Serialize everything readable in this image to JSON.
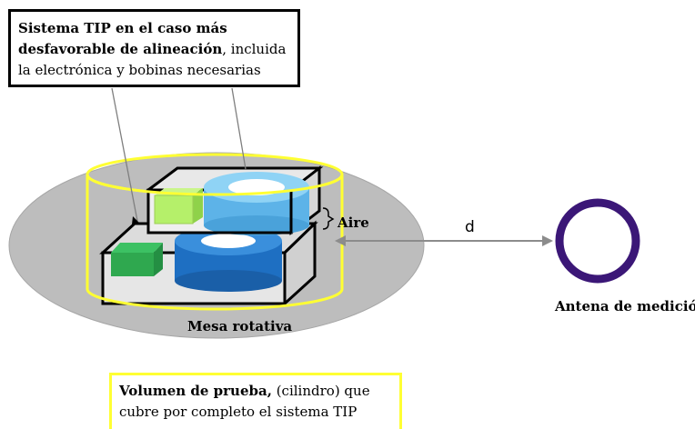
{
  "callouts": {
    "system": {
      "bold_text": "Sistema TIP en el caso más desfavorable de alineación",
      "normal_text": ", incluida la electrónica y bobinas necesarias"
    },
    "volume": {
      "bold_text": "Volumen de prueba,",
      "normal_text": " (cilindro) que cubre por completo el sistema TIP"
    }
  },
  "labels": {
    "air": "Aire",
    "distance": "d",
    "table": "Mesa rotativa",
    "antenna": "Antena de medición"
  },
  "colors": {
    "table": "#bfbfbf",
    "test_volume": "#ffff33",
    "antenna": "#3b1777",
    "coil_light": "#7ec8ef",
    "coil_dark": "#1e6fc2",
    "electronics_light": "#b5f06a",
    "electronics_dark": "#2fa84f"
  }
}
